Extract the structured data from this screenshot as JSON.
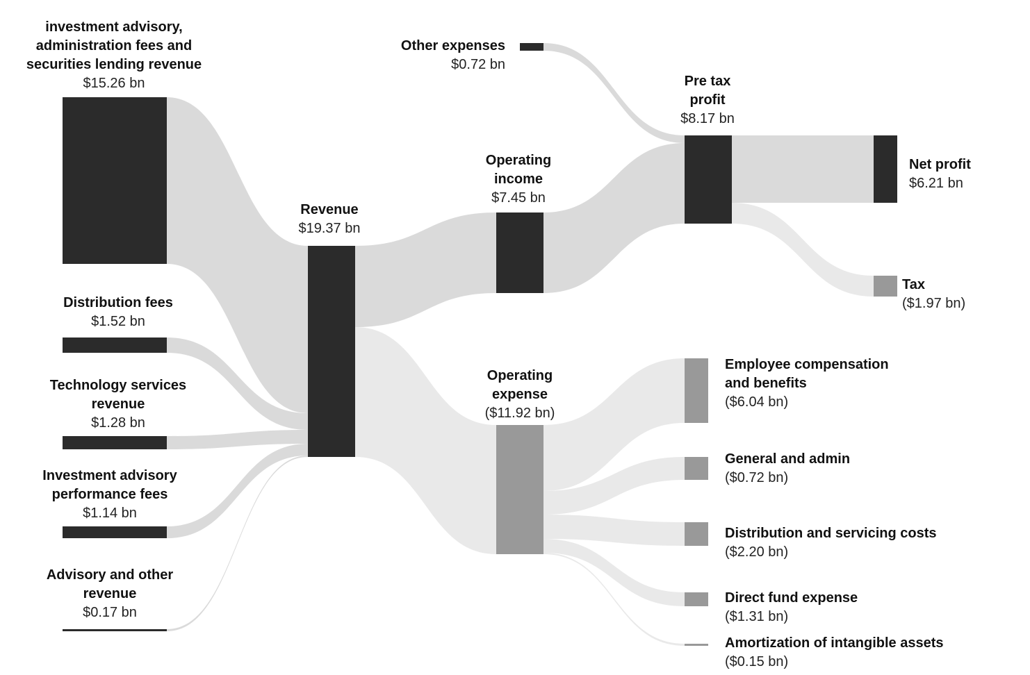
{
  "colors": {
    "dark": "#2b2b2b",
    "grey": "#999999",
    "link": "#dadada",
    "link_light": "#e9e9e9"
  },
  "nodes": {
    "inv_fees": {
      "name": "investment advisory,\nadministration fees and\nsecurities lending revenue",
      "value": "$15.26 bn",
      "amount": 15.26
    },
    "dist_fees": {
      "name": "Distribution fees",
      "value": "$1.52 bn",
      "amount": 1.52
    },
    "tech": {
      "name": "Technology services\nrevenue",
      "value": "$1.28 bn",
      "amount": 1.28
    },
    "perf": {
      "name": "Investment advisory\nperformance fees",
      "value": "$1.14 bn",
      "amount": 1.14
    },
    "adv_other": {
      "name": "Advisory and other\nrevenue",
      "value": "$0.17 bn",
      "amount": 0.17
    },
    "revenue": {
      "name": "Revenue",
      "value": "$19.37 bn",
      "amount": 19.37
    },
    "other_exp": {
      "name": "Other expenses",
      "value": "$0.72 bn",
      "amount": 0.72
    },
    "op_income": {
      "name": "Operating\nincome",
      "value": "$7.45 bn",
      "amount": 7.45
    },
    "op_expense": {
      "name": "Operating\nexpense",
      "value": "($11.92 bn)",
      "amount": 11.92
    },
    "pretax": {
      "name": "Pre tax\nprofit",
      "value": "$8.17 bn",
      "amount": 8.17
    },
    "net": {
      "name": "Net profit",
      "value": "$6.21 bn",
      "amount": 6.21
    },
    "tax": {
      "name": "Tax",
      "value": "($1.97 bn)",
      "amount": 1.97
    },
    "emp": {
      "name": "Employee compensation\nand benefits",
      "value": "($6.04 bn)",
      "amount": 6.04
    },
    "ga": {
      "name": "General and admin",
      "value": "($0.72 bn)",
      "amount": 0.72
    },
    "dist_cost": {
      "name": "Distribution and servicing costs",
      "value": "($2.20 bn)",
      "amount": 2.2
    },
    "dfe": {
      "name": "Direct fund expense",
      "value": "($1.31 bn)",
      "amount": 1.31
    },
    "amort": {
      "name": "Amortization of intangible assets",
      "value": "($0.15 bn)",
      "amount": 0.15
    }
  }
}
